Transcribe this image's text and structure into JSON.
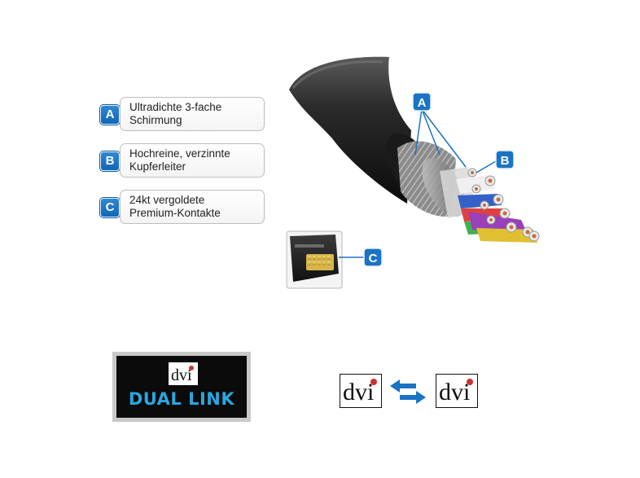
{
  "features": [
    {
      "badge": "A",
      "line1": "Ultradichte 3-fache",
      "line2": "Schirmung"
    },
    {
      "badge": "B",
      "line1": "Hochreine, verzinnte",
      "line2": "Kupferleiter"
    },
    {
      "badge": "C",
      "line1": "24kt vergoldete",
      "line2": "Premium-Kontakte"
    }
  ],
  "callouts": {
    "a": "A",
    "b": "B",
    "c": "C"
  },
  "dual_link": {
    "logo": "dvi",
    "label": "DUAL LINK"
  },
  "compat": {
    "left_logo": "dvi",
    "right_logo": "dvi",
    "arrow_icon": "bidirectional-arrow-icon"
  },
  "colors": {
    "accent": "#1a73c4",
    "dual_link_text": "#2aa6df"
  }
}
